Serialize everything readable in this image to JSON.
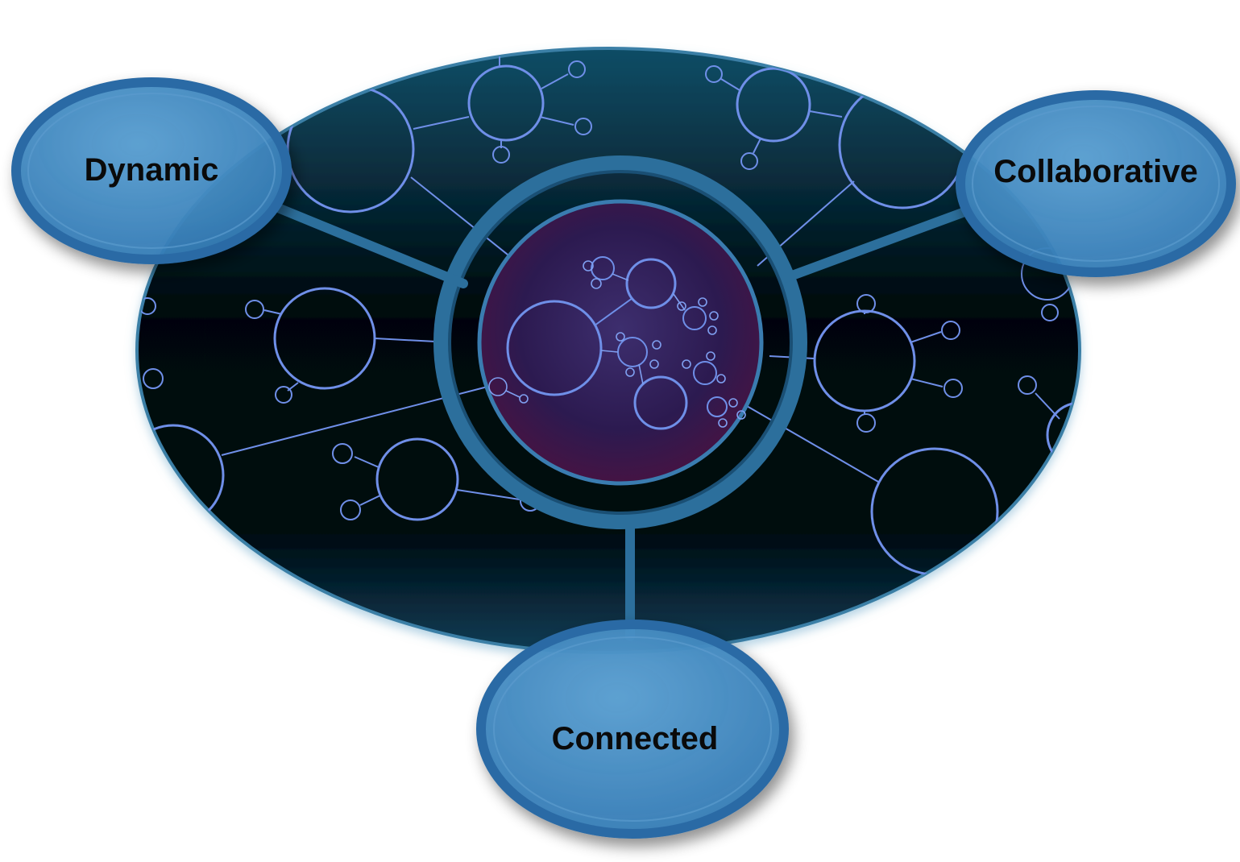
{
  "diagram": {
    "nodes": [
      {
        "id": "dynamic",
        "label": "Dynamic"
      },
      {
        "id": "collaborative",
        "label": "Collaborative"
      },
      {
        "id": "connected",
        "label": "Connected"
      }
    ],
    "colors": {
      "disc_top": "#0e4a63",
      "disc_bottom": "#000000",
      "network_lines": "#6f8fe8",
      "center_core": "#4a1f4f",
      "bubble_fill": "#3d86c0",
      "bubble_rim": "#2a6aa5",
      "label_text": "#0a0a0a"
    }
  }
}
